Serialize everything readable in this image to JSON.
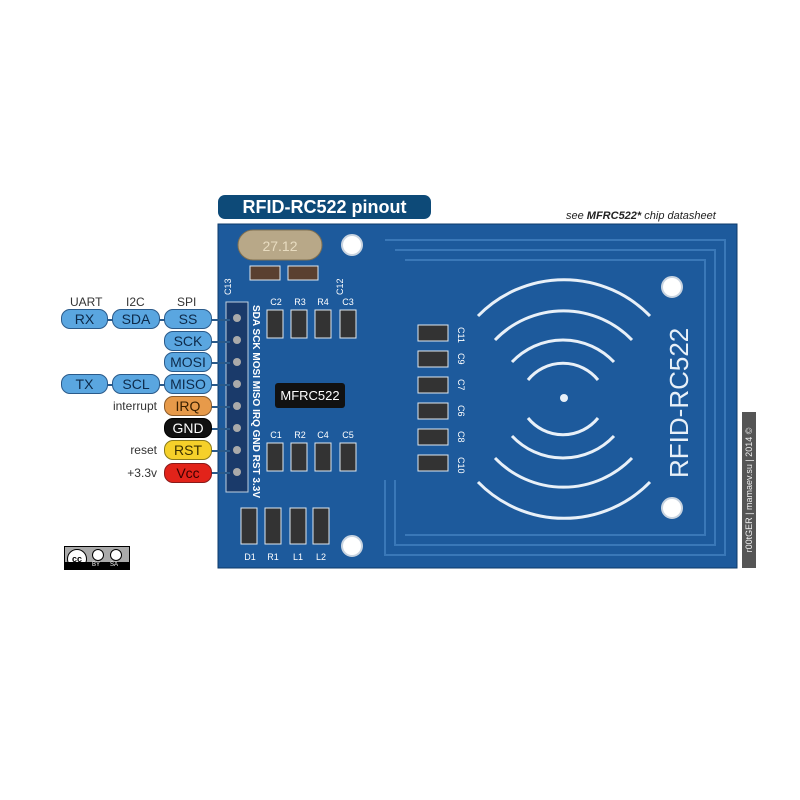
{
  "title": "RFID-RC522 pinout",
  "note": {
    "prefix": "see ",
    "chip": "MFRC522*",
    "suffix": " chip datasheet"
  },
  "headers": {
    "uart": "UART",
    "i2c": "I2C",
    "spi": "SPI"
  },
  "pins": [
    {
      "spi": "SS",
      "uart": "RX",
      "i2c": "SDA"
    },
    {
      "spi": "SCK"
    },
    {
      "spi": "MOSI"
    },
    {
      "spi": "MISO",
      "uart": "TX",
      "i2c": "SCL"
    },
    {
      "spi": "IRQ",
      "note": "interrupt"
    },
    {
      "spi": "GND"
    },
    {
      "spi": "RST",
      "note": "reset"
    },
    {
      "spi": "Vcc",
      "note": "+3.3v"
    }
  ],
  "board": {
    "name": "RFID-RC522",
    "chip": "MFRC522",
    "crystal": "27.12",
    "pin_silkscreen": "SDA SCK MOSI MISO IRQ GND RST 3.3V",
    "top_caps": [
      "C13",
      "C12"
    ],
    "row1": [
      "C2",
      "R3",
      "R4",
      "C3"
    ],
    "row2": [
      "C1",
      "R2",
      "C4",
      "C5"
    ],
    "bottom": [
      "D1",
      "R1",
      "L1",
      "L2"
    ],
    "right_caps": [
      "C11",
      "C9",
      "C7",
      "C6",
      "C8",
      "C10"
    ]
  },
  "credit": "r00tGER | mamaev.su | 2014 ©",
  "license": {
    "by": "BY",
    "sa": "SA",
    "cc": "cc"
  },
  "colors": {
    "board": "#1d5a9c",
    "title": "#0d4a78"
  }
}
